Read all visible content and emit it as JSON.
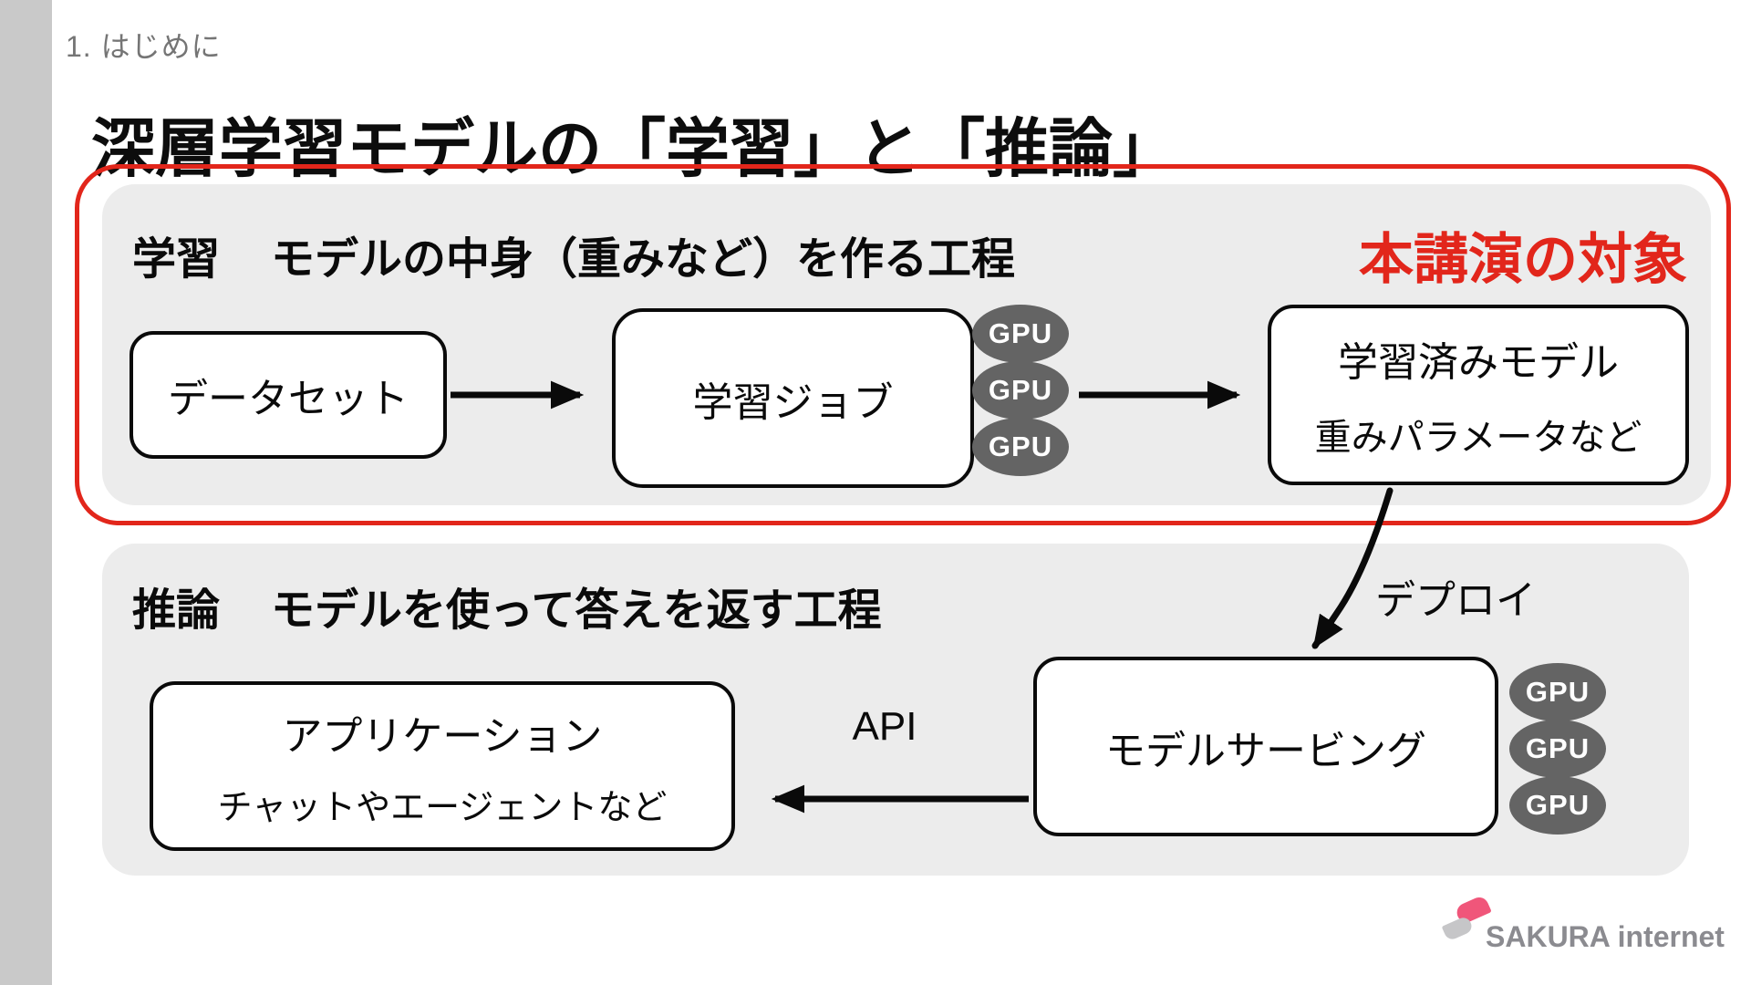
{
  "breadcrumb": "1. はじめに",
  "title": "深層学習モデルの「学習」と「推論」",
  "training": {
    "heading": "学習",
    "description": "モデルの中身（重みなど）を作る工程",
    "callout": "本講演の対象",
    "dataset_box": "データセット",
    "job_box": "学習ジョブ",
    "trained_box_line1": "学習済みモデル",
    "trained_box_line2": "重みパラメータなど",
    "gpus": [
      "GPU",
      "GPU",
      "GPU"
    ]
  },
  "deploy_label": "デプロイ",
  "inference": {
    "heading": "推論",
    "description": "モデルを使って答えを返す工程",
    "app_box_line1": "アプリケーション",
    "app_box_line2": "チャットやエージェントなど",
    "serving_box": "モデルサービング",
    "api_label": "API",
    "gpus": [
      "GPU",
      "GPU",
      "GPU"
    ]
  },
  "footer": {
    "logo_text": "SAKURA internet"
  },
  "colors": {
    "accent_red": "#e2261b",
    "panel_gray": "#ececec",
    "gpu_gray": "#646464",
    "left_strip_gray": "#c9c9c9",
    "logo_pink": "#f0567a",
    "logo_gray": "#c6c6c8",
    "logo_text_gray": "#8b8b90"
  }
}
